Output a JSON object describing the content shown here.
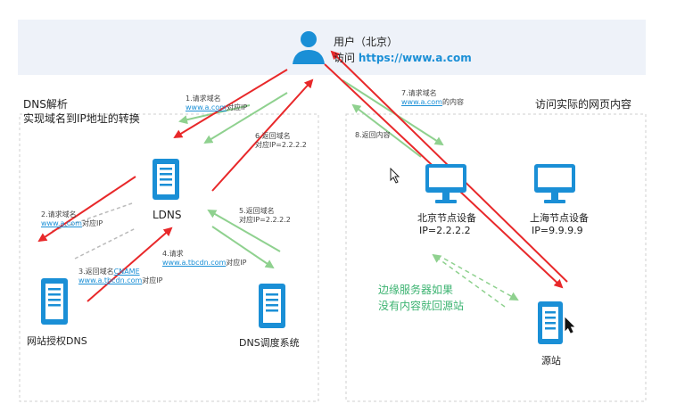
{
  "user": {
    "title": "用户（北京）",
    "visit_prefix": "访问",
    "visit_url": "https://www.a.com"
  },
  "left_panel": {
    "line1": "DNS解析",
    "line2": "实现域名到IP地址的转换"
  },
  "right_panel": {
    "title": "访问实际的网页内容"
  },
  "nodes": {
    "ldns": "LDNS",
    "auth_dns": "网站授权DNS",
    "dispatch": "DNS调度系统",
    "beijing": {
      "name": "北京节点设备",
      "ip": "IP=2.2.2.2"
    },
    "shanghai": {
      "name": "上海节点设备",
      "ip": "IP=9.9.9.9"
    },
    "origin": "源站"
  },
  "steps": {
    "s1": {
      "a": "1.请求域名",
      "link": "www.a.com",
      "b": "对应IP"
    },
    "s2": {
      "a": "2.请求域名",
      "link": "www.a.com",
      "b": "对应IP"
    },
    "s3": {
      "a": "3.返回域名",
      "cname": "CNAME",
      "link": "www.a.tbcdn.com",
      "b": "对应IP"
    },
    "s4": {
      "a": "4.请求",
      "link": "www.a.tbcdn.com",
      "b": "对应IP"
    },
    "s5": {
      "a": "5.返回域名",
      "b": "对应IP=2.2.2.2"
    },
    "s6": {
      "a": "6.返回域名",
      "b": "对应IP=2.2.2.2"
    },
    "s7": {
      "a": "7.请求域名",
      "link": "www.a.com",
      "b": "的内容"
    },
    "s8": {
      "a": "8.返回内容"
    }
  },
  "edge_note": {
    "line1": "边缘服务器如果",
    "line2": "没有内容就回源站"
  },
  "colors": {
    "red": "#e8282a",
    "green": "#8fd18f",
    "icon_blue": "#1a8fd6",
    "dash_border": "#cfcfcf"
  }
}
